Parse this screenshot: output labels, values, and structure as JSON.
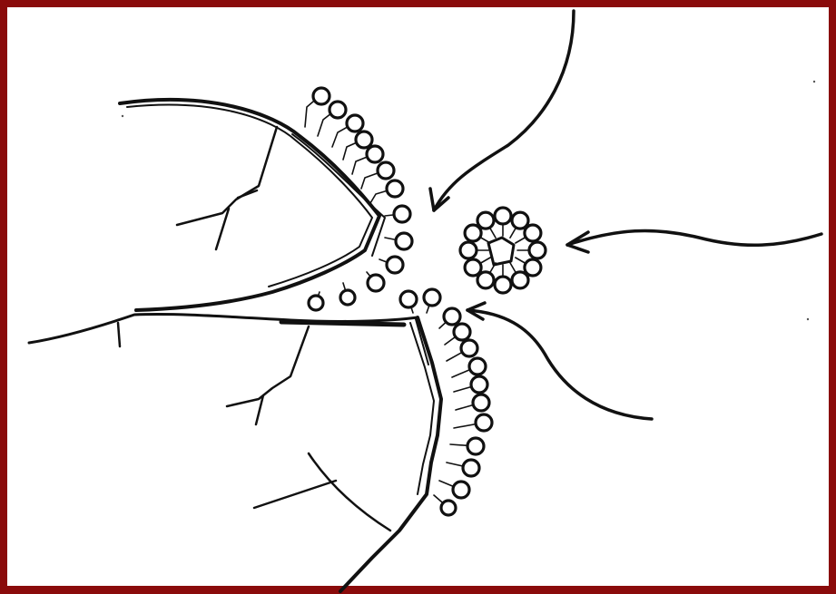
{
  "figure": {
    "frame_color": "#8a0b0b",
    "background_color": "#ffffff",
    "ink_color": "#111111",
    "components": [
      "upper-cell-membrane-boundary",
      "lower-cell-membrane-boundary",
      "phospholipid-heads-upper",
      "phospholipid-heads-lower",
      "micelle",
      "arrow-top",
      "arrow-right",
      "arrow-lower-right"
    ],
    "micelle_head_count": 12
  }
}
